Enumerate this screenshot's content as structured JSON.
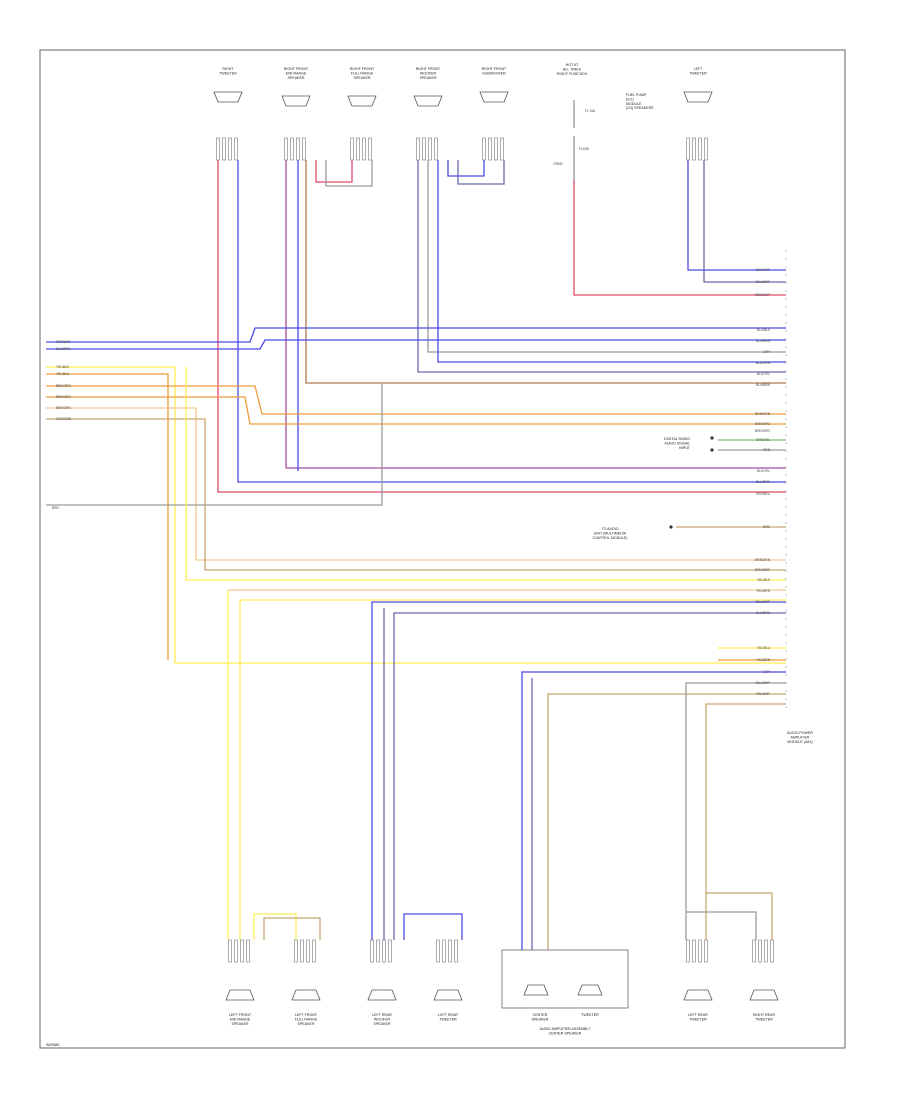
{
  "diagram_id": "W29585",
  "ground_label": "BRN",
  "speakers_top": [
    {
      "key": "rf_tw",
      "label": [
        "RIGHT",
        "TWEETER"
      ]
    },
    {
      "key": "rf_mid",
      "label": [
        "RIGHT FRONT",
        "MID-RANGE",
        "SPEAKER"
      ]
    },
    {
      "key": "rf_full",
      "label": [
        "RIGHT FRONT",
        "FULL RANGE",
        "SPEAKER"
      ]
    },
    {
      "key": "rf_sub",
      "label": [
        "RIGHT FRONT",
        "WOOFER",
        "SPEAKER"
      ]
    },
    {
      "key": "r_bass",
      "label": [
        "RIGHT FRONT",
        "SUBWOOFER"
      ]
    },
    {
      "key": "l_tw",
      "label": [
        "LEFT",
        "TWEETER"
      ]
    }
  ],
  "switch_block": {
    "title": [
      "HOT AT",
      "ALL TIMES",
      "RIGHT FUSE BOX"
    ],
    "fuse": "F1 15A",
    "switch": "FLASH",
    "ground": "GRND",
    "note": [
      "FUEL PUMP",
      "ECU",
      "MODULE",
      "(G3) SPEAKERS"
    ]
  },
  "speakers_bottom": [
    {
      "key": "lf_mid",
      "label": [
        "LEFT FRONT",
        "MID-RANGE",
        "SPEAKER"
      ]
    },
    {
      "key": "lf_full",
      "label": [
        "LEFT FRONT",
        "FULL RANGE",
        "SPEAKER"
      ]
    },
    {
      "key": "lr_woof",
      "label": [
        "LEFT REAR",
        "WOOFER",
        "SPEAKER"
      ]
    },
    {
      "key": "lr_tw",
      "label": [
        "LEFT REAR",
        "TWEETER"
      ]
    },
    {
      "key": "l_tw_r",
      "label": [
        "LEFT REAR",
        "TWEETER"
      ]
    },
    {
      "key": "r_tw_r",
      "label": [
        "RIGHT REAR",
        "TWEETER"
      ]
    }
  ],
  "center_block": {
    "items": [
      "CENTER",
      "SPEAKER"
    ],
    "items2": [
      "TWEETER"
    ],
    "title": [
      "AUDIO AMPLIFIER ASSEMBLY",
      "CENTER SPEAKER"
    ]
  },
  "amplifier": {
    "label": [
      "AUDIO POWER",
      "AMPLIFIER",
      "MODULE (A81)"
    ]
  },
  "notes": {
    "radio": [
      "DIGITAL RADIO",
      "AUDIO SIGNAL",
      "INPUT"
    ],
    "cd": [
      "TO AUDIO",
      "UNIT (MULTIMEDIA",
      "CONTROL MODULE)"
    ]
  },
  "wire_colors": {
    "red": "#e04a6a",
    "blue": "#4a4ae8",
    "navy": "#6a6ab0",
    "orange": "#ee9a3a",
    "yellow": "#ffee55",
    "lt_orange": "#f5c890",
    "brown": "#b07850",
    "green": "#7ec06a",
    "gray": "#9a9a9a",
    "tan": "#c8a870",
    "purple": "#a050a0",
    "black": "#333333"
  },
  "left_labels": [
    "RED/WHT",
    "BLU/BRN",
    "YEL/BLK",
    "YEL/BLU",
    "BRN/ORG",
    "BRN/ORG",
    "BRN/GRN",
    "ORG/GRN"
  ],
  "right_labels": [
    "BLU/WHT",
    "BLU/WHT",
    "RED/WHT",
    "BLU/BLK",
    "BLU/BRN",
    "GRY",
    "BLU/GRN",
    "BLU/YEL",
    "BLU/BRN",
    "BRN/GRN",
    "BRN/ORG",
    "BRN/ORG",
    "GRN/YEL",
    "RED",
    "BLK/YEL",
    "BLU/BRN",
    "RED/BLU",
    "ORG",
    "BRN/GRN",
    "BRN/ORG",
    "YEL/BLK",
    "YEL/BRN",
    "BLU/WHT",
    "BLU/BRN",
    "YEL/BLU",
    "YEL/BRN",
    "GRY",
    "BLU/WHT",
    "YEL/WHT"
  ]
}
